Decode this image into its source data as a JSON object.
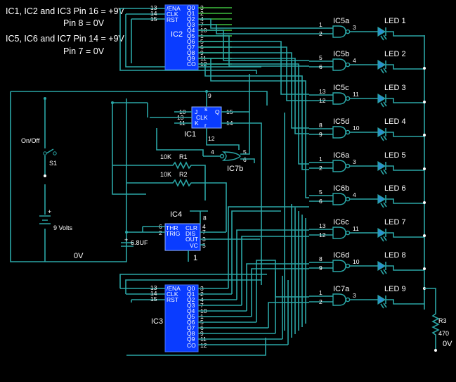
{
  "notes": {
    "line1": "IC1, IC2 and IC3 Pin 16 = +9V",
    "line2": "Pin  8 =  0V",
    "line3": "IC5, IC6 and IC7 Pin 14 = +9V",
    "line4": "Pin  7 =  0V"
  },
  "ic2": {
    "name": "IC2",
    "left_pins": [
      "13",
      "14",
      "15"
    ],
    "left_labels": [
      "/ENA",
      "CLK",
      "RST"
    ],
    "right_labels": [
      "Q0",
      "Q1",
      "Q2",
      "Q3",
      "Q4",
      "Q5",
      "Q6",
      "Q7",
      "Q8",
      "Q9",
      "CO"
    ],
    "right_pins": [
      "3",
      "2",
      "4",
      "7",
      "10",
      "1",
      "5",
      "6",
      "9",
      "11",
      "12"
    ]
  },
  "ic3": {
    "name": "IC3",
    "left_pins": [
      "13",
      "14",
      "15"
    ],
    "left_labels": [
      "/ENA",
      "CLK",
      "RST"
    ],
    "right_labels": [
      "Q0",
      "Q1",
      "Q2",
      "Q3",
      "Q4",
      "Q5",
      "Q6",
      "Q7",
      "Q8",
      "Q9",
      "CO"
    ],
    "right_pins": [
      "3",
      "2",
      "4",
      "7",
      "10",
      "1",
      "5",
      "6",
      "9",
      "11",
      "12"
    ]
  },
  "ic1": {
    "name": "IC1",
    "pin_top": "9",
    "label_s": "s",
    "label_j": "J",
    "label_clk": "CLK",
    "label_k": "K",
    "label_r": "r",
    "label_q": "Q",
    "pin_j": "10",
    "pin_clk": "13",
    "pin_k": "11",
    "pin_q": "15",
    "pin_qn": "14",
    "pin_bottom": "12"
  },
  "ic7b": {
    "name": "IC7b",
    "in1": "5",
    "in2": "6",
    "out": "4"
  },
  "ic4": {
    "name": "IC4",
    "pin_top": "8",
    "left_labels": [
      "THR",
      "TRIG"
    ],
    "left_pins": [
      "6",
      "2"
    ],
    "right_labels": [
      "CLR",
      "DIS",
      "OUT",
      "VC"
    ],
    "right_pins": [
      "4",
      "7",
      "3",
      "5"
    ],
    "pin_bottom": "1"
  },
  "r1": {
    "value": "10K",
    "name": "R1"
  },
  "r2": {
    "value": "10K",
    "name": "R2"
  },
  "r3": {
    "name": "R3",
    "value": "470",
    "ground": "0V"
  },
  "capacitor": {
    "value": "6.8UF",
    "plus": "+"
  },
  "battery": {
    "value": "9 Volts",
    "plus": "+"
  },
  "switch": {
    "label": "On/Off",
    "name": "S1"
  },
  "ground_label": "0V",
  "gates": [
    {
      "name": "IC5a",
      "in1": "1",
      "in2": "2",
      "out": "3",
      "led": "LED 1"
    },
    {
      "name": "IC5b",
      "in1": "5",
      "in2": "6",
      "out": "4",
      "led": "LED 2"
    },
    {
      "name": "IC5c",
      "in1": "13",
      "in2": "12",
      "out": "11",
      "led": "LED 3"
    },
    {
      "name": "IC5d",
      "in1": "8",
      "in2": "9",
      "out": "10",
      "led": "LED 4"
    },
    {
      "name": "IC6a",
      "in1": "1",
      "in2": "2",
      "out": "3",
      "led": "LED 5"
    },
    {
      "name": "IC6b",
      "in1": "5",
      "in2": "6",
      "out": "4",
      "led": "LED 6"
    },
    {
      "name": "IC6c",
      "in1": "13",
      "in2": "12",
      "out": "11",
      "led": "LED 7"
    },
    {
      "name": "IC6d",
      "in1": "8",
      "in2": "9",
      "out": "10",
      "led": "LED 8"
    },
    {
      "name": "IC7a",
      "in1": "1",
      "in2": "2",
      "out": "3",
      "led": "LED 9"
    }
  ]
}
